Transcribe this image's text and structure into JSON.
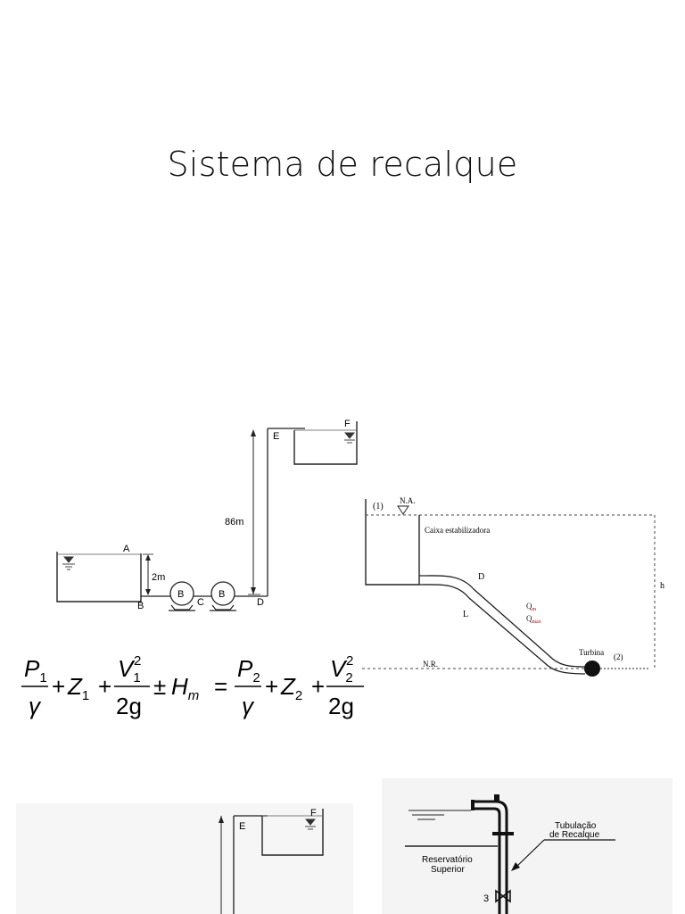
{
  "slide": {
    "title": "Sistema de recalque"
  },
  "fig_pumps": {
    "labels": {
      "A": "A",
      "B": "B",
      "C": "C",
      "D": "D",
      "E": "E",
      "F": "F"
    },
    "pump_label": "B",
    "height_small": "2m",
    "height_large": "86m"
  },
  "fig_turbine": {
    "point1": "(1)",
    "na": "N.A.",
    "caixa": "Caixa estabilizadora",
    "D": "D",
    "L": "L",
    "qm": "Q",
    "qm_sub": "m",
    "qmax": "Q",
    "qmax_sub": "max",
    "turbina": "Turbina",
    "point2": "(2)",
    "nr": "N.R.",
    "h": "h"
  },
  "equation": {
    "P1": "P",
    "sub1": "1",
    "gamma": "γ",
    "Z1": "Z",
    "V1": "V",
    "sq": "2",
    "twog": "2g",
    "pm": "±",
    "H": "H",
    "Hsub": "m",
    "eq": "=",
    "P2": "P",
    "sub2": "2",
    "Z2": "Z",
    "V2": "V",
    "plus": "+"
  },
  "fig_pumps_lower": {
    "E": "E",
    "F": "F"
  },
  "fig_reservoir": {
    "tubulacao": "Tubulação",
    "de_recalque": "de Recalque",
    "reservatorio": "Reservatório",
    "superior": "Superior",
    "num3": "3"
  }
}
